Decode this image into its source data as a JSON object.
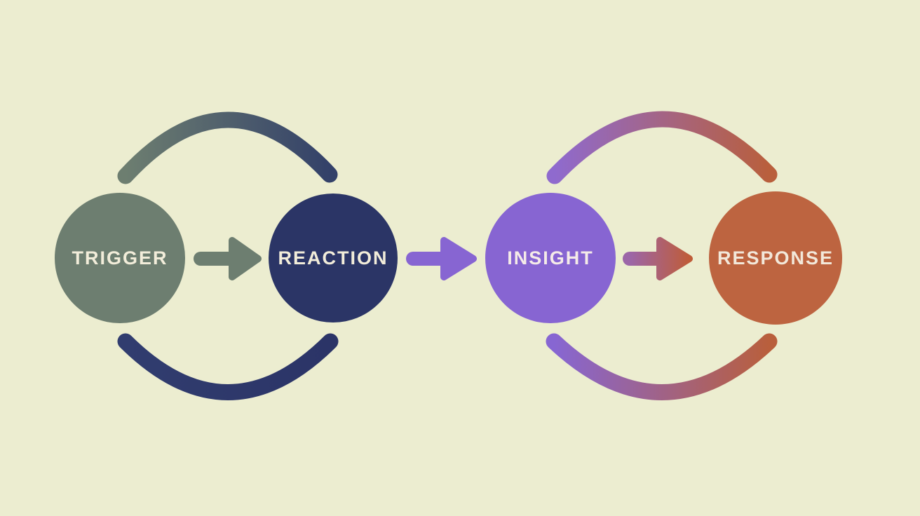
{
  "background_color": "#ecedd0",
  "diagram": {
    "stages": [
      {
        "id": "trigger",
        "label": "TRIGGER",
        "circle_color": "#6d7e70",
        "label_color": "#f2edda"
      },
      {
        "id": "reaction",
        "label": "REACTION",
        "circle_color": "#2b3566",
        "label_color": "#f2edda"
      },
      {
        "id": "insight",
        "label": "INSIGHT",
        "circle_color": "#8765d2",
        "label_color": "#f5ebe8"
      },
      {
        "id": "response",
        "label": "RESPONSE",
        "circle_color": "#bd6440",
        "label_color": "#f2e8da"
      }
    ],
    "arrows": [
      {
        "from": "TRIGGER",
        "to": "REACTION",
        "color_start": "#6d7e70",
        "color_end": "#6d7e70"
      },
      {
        "from": "REACTION",
        "to": "INSIGHT",
        "color_start": "#8765d2",
        "color_end": "#8765d2"
      },
      {
        "from": "INSIGHT",
        "to": "RESPONSE",
        "color_start": "#9c66a8",
        "color_end": "#bf5c38"
      }
    ],
    "arcs": [
      {
        "position": "top-left",
        "links": "TRIGGER-REACTION",
        "color_start": "#6d7e70",
        "color_end": "#334169"
      },
      {
        "position": "bottom-left",
        "links": "TRIGGER-REACTION",
        "color_start": "#313d6f",
        "color_end": "#2b3467"
      },
      {
        "position": "top-right",
        "links": "INSIGHT-RESPONSE",
        "color_start": "#8f6ace",
        "color_end": "#b95f3c"
      },
      {
        "position": "bottom-right",
        "links": "INSIGHT-RESPONSE",
        "color_start": "#8766d2",
        "color_end": "#b95f3c"
      }
    ]
  }
}
